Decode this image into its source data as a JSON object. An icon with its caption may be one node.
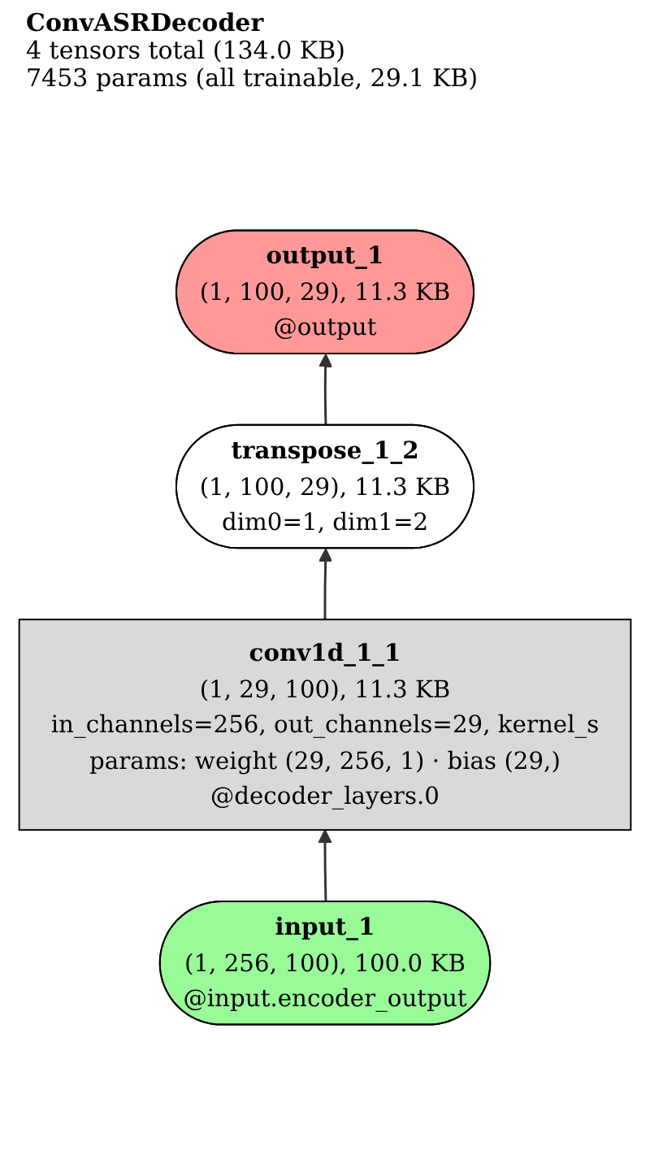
{
  "diagram": {
    "title": "ConvASRDecoder",
    "nodes": [
      {
        "text": [
          "output_1",
          "(1, 100, 29), 11.3 KB",
          "@output"
        ]
      },
      {
        "text": [
          "transpose_1_2",
          "(1, 100, 29), 11.3 KB",
          "dim0=1, dim1=2"
        ]
      },
      {
        "text": [
          "conv1d_1_1",
          "(1, 29, 100), 11.3 KB",
          "in_channels=256, out_channels=29, kernel_s",
          "params: weight (29, 256, 1) · bias (29,)",
          "@decoder_layers.0"
        ]
      },
      {
        "text": [
          "input_1",
          "(1, 256, 100), 100.0 KB",
          "@input.encoder_output"
        ]
      }
    ],
    "edges": [
      {
        "from": 3,
        "to": 2,
        "arrow": "to"
      },
      {
        "from": 2,
        "to": 1,
        "arrow": "to"
      },
      {
        "from": 1,
        "to": 0,
        "arrow": "to"
      }
    ],
    "labels": [
      "4 tensors total (134.0 KB)",
      "7453 params (all trainable, 29.1 KB)"
    ]
  }
}
